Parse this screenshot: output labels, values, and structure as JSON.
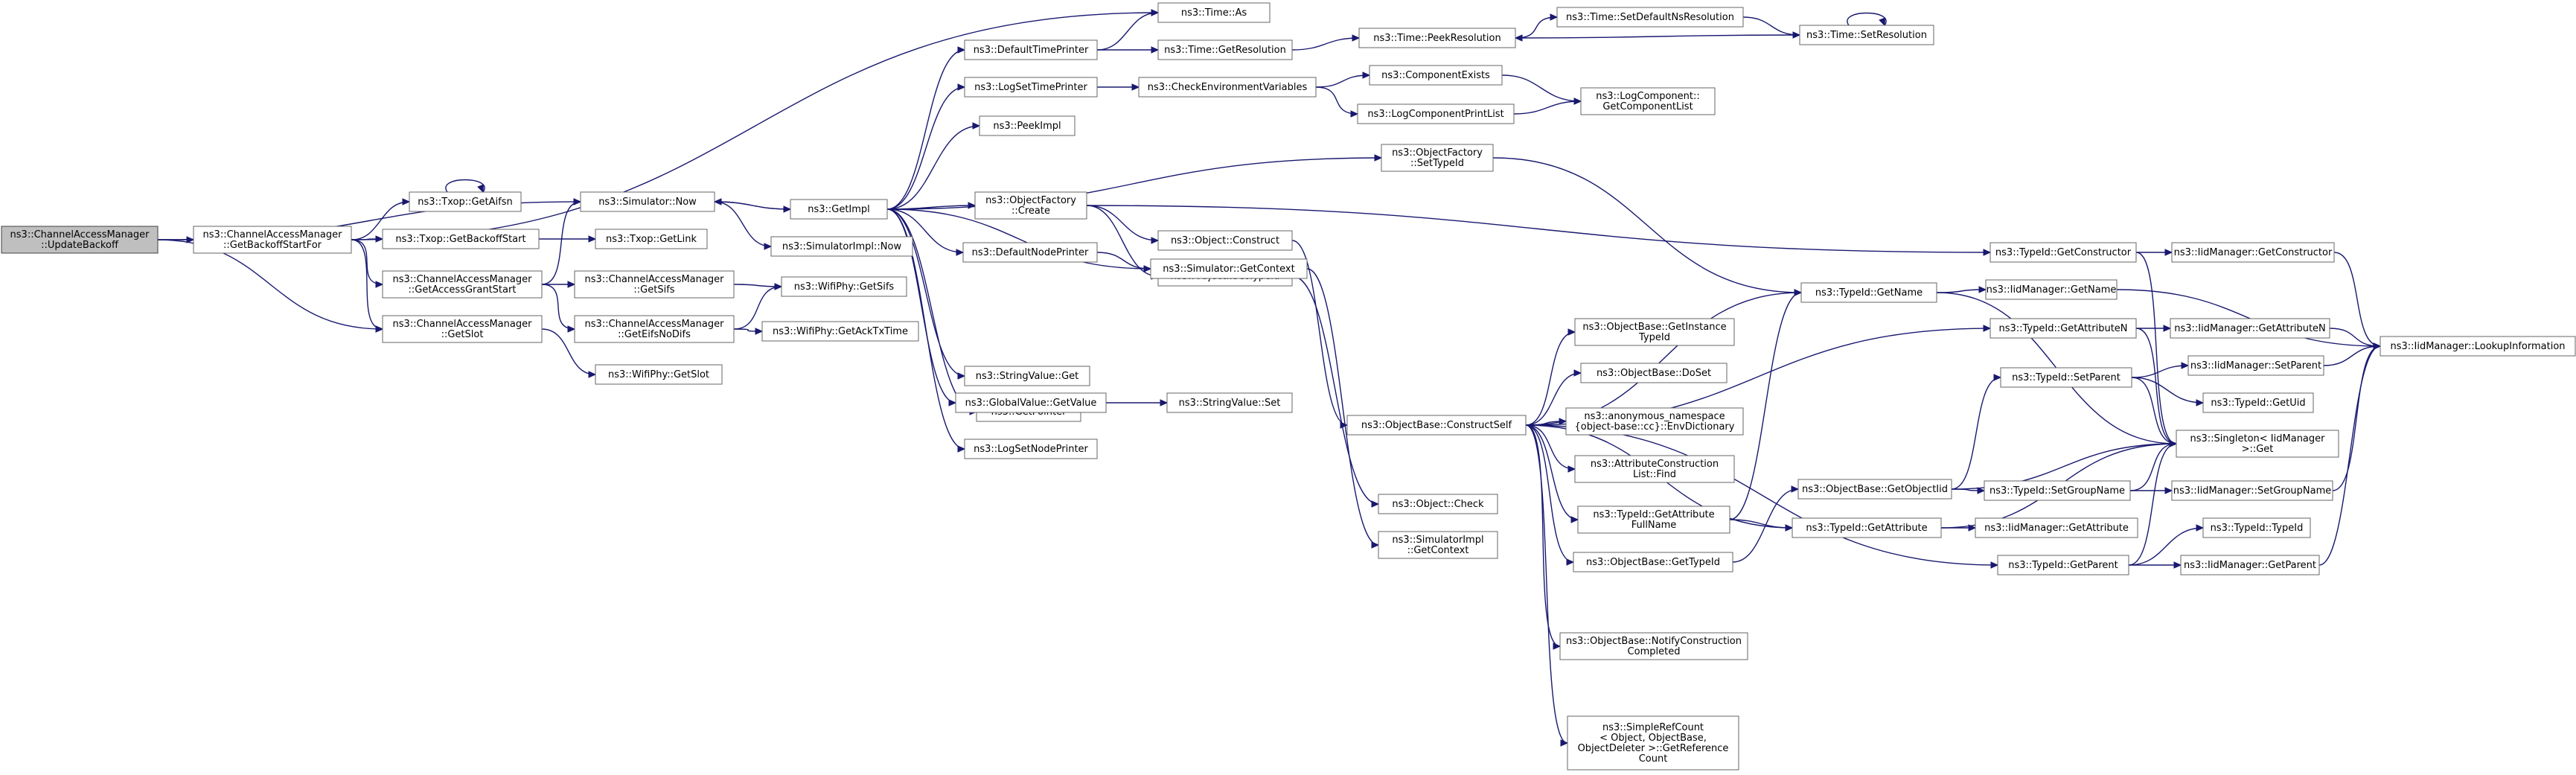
{
  "graph": {
    "nodes": [
      {
        "id": "UpdateBackoff",
        "lines": [
          "ns3::ChannelAccessManager",
          "::UpdateBackoff"
        ],
        "root": true
      },
      {
        "id": "GetBackoffStartFor",
        "lines": [
          "ns3::ChannelAccessManager",
          "::GetBackoffStartFor"
        ]
      },
      {
        "id": "GetAccessGrantStart",
        "lines": [
          "ns3::ChannelAccessManager",
          "::GetAccessGrantStart"
        ]
      },
      {
        "id": "GetSlotCAM",
        "lines": [
          "ns3::ChannelAccessManager",
          "::GetSlot"
        ]
      },
      {
        "id": "GetSifsCAM",
        "lines": [
          "ns3::ChannelAccessManager",
          "::GetSifs"
        ]
      },
      {
        "id": "GetEifsNoDifs",
        "lines": [
          "ns3::ChannelAccessManager",
          "::GetEifsNoDifs"
        ]
      },
      {
        "id": "TxopGetAifsn",
        "lines": [
          "ns3::Txop::GetAifsn"
        ]
      },
      {
        "id": "TxopGetBackoffStart",
        "lines": [
          "ns3::Txop::GetBackoffStart"
        ]
      },
      {
        "id": "TxopGetLink",
        "lines": [
          "ns3::Txop::GetLink"
        ]
      },
      {
        "id": "SimNow",
        "lines": [
          "ns3::Simulator::Now"
        ]
      },
      {
        "id": "WifiPhyGetSifs",
        "lines": [
          "ns3::WifiPhy::GetSifs"
        ]
      },
      {
        "id": "WifiPhyGetAckTxTime",
        "lines": [
          "ns3::WifiPhy::GetAckTxTime"
        ]
      },
      {
        "id": "WifiPhyGetSlot",
        "lines": [
          "ns3::WifiPhy::GetSlot"
        ]
      },
      {
        "id": "GetImpl",
        "lines": [
          "ns3::GetImpl"
        ]
      },
      {
        "id": "SimImplNow",
        "lines": [
          "ns3::SimulatorImpl::Now"
        ]
      },
      {
        "id": "DefaultTimePrinter",
        "lines": [
          "ns3::DefaultTimePrinter"
        ]
      },
      {
        "id": "LogSetTimePrinter",
        "lines": [
          "ns3::LogSetTimePrinter"
        ]
      },
      {
        "id": "PeekImpl",
        "lines": [
          "ns3::PeekImpl"
        ]
      },
      {
        "id": "ObjFactoryCreate",
        "lines": [
          "ns3::ObjectFactory",
          "::Create"
        ]
      },
      {
        "id": "DefaultNodePrinter",
        "lines": [
          "ns3::DefaultNodePrinter"
        ]
      },
      {
        "id": "StringValueGet",
        "lines": [
          "ns3::StringValue::Get"
        ]
      },
      {
        "id": "GetPointer",
        "lines": [
          "ns3::GetPointer"
        ]
      },
      {
        "id": "GlobalValueGetValue",
        "lines": [
          "ns3::GlobalValue::GetValue"
        ]
      },
      {
        "id": "LogSetNodePrinter",
        "lines": [
          "ns3::LogSetNodePrinter"
        ]
      },
      {
        "id": "TimeAs",
        "lines": [
          "ns3::Time::As"
        ]
      },
      {
        "id": "TimeGetResolution",
        "lines": [
          "ns3::Time::GetResolution"
        ]
      },
      {
        "id": "TimePeekResolution",
        "lines": [
          "ns3::Time::PeekResolution"
        ]
      },
      {
        "id": "TimeSetDefaultNsResolution",
        "lines": [
          "ns3::Time::SetDefaultNsResolution"
        ]
      },
      {
        "id": "TimeSetResolution",
        "lines": [
          "ns3::Time::SetResolution"
        ]
      },
      {
        "id": "CheckEnvVars",
        "lines": [
          "ns3::CheckEnvironmentVariables"
        ]
      },
      {
        "id": "ComponentExists",
        "lines": [
          "ns3::ComponentExists"
        ]
      },
      {
        "id": "LogComponentPrintList",
        "lines": [
          "ns3::LogComponentPrintList"
        ]
      },
      {
        "id": "GetComponentList",
        "lines": [
          "ns3::LogComponent::",
          "GetComponentList"
        ]
      },
      {
        "id": "ObjFactorySetTypeId",
        "lines": [
          "ns3::ObjectFactory",
          "::SetTypeId"
        ]
      },
      {
        "id": "ObjectConstruct",
        "lines": [
          "ns3::Object::Construct"
        ]
      },
      {
        "id": "ObjectSetTypeId",
        "lines": [
          "ns3::Object::SetTypeId"
        ]
      },
      {
        "id": "SimGetContext",
        "lines": [
          "ns3::Simulator::GetContext"
        ]
      },
      {
        "id": "StringValueSet",
        "lines": [
          "ns3::StringValue::Set"
        ]
      },
      {
        "id": "ObjectCheck",
        "lines": [
          "ns3::Object::Check"
        ]
      },
      {
        "id": "SimImplGetContext",
        "lines": [
          "ns3::SimulatorImpl",
          "::GetContext"
        ]
      },
      {
        "id": "ConstructSelf",
        "lines": [
          "ns3::ObjectBase::ConstructSelf"
        ]
      },
      {
        "id": "GetInstanceTypeId",
        "lines": [
          "ns3::ObjectBase::GetInstance",
          "TypeId"
        ]
      },
      {
        "id": "DoSet",
        "lines": [
          "ns3::ObjectBase::DoSet"
        ]
      },
      {
        "id": "EnvDictionary",
        "lines": [
          "ns3::anonymous_namespace",
          "{object-base::cc}::EnvDictionary"
        ]
      },
      {
        "id": "AttrConstructionListFind",
        "lines": [
          "ns3::AttributeConstruction",
          "List::Find"
        ]
      },
      {
        "id": "GetAttributeFullName",
        "lines": [
          "ns3::TypeId::GetAttribute",
          "FullName"
        ]
      },
      {
        "id": "ObjectBaseGetTypeId",
        "lines": [
          "ns3::ObjectBase::GetTypeId"
        ]
      },
      {
        "id": "NotifyConstructionCompleted",
        "lines": [
          "ns3::ObjectBase::NotifyConstruction",
          "Completed"
        ]
      },
      {
        "id": "GetReferenceCount",
        "lines": [
          "ns3::SimpleRefCount",
          "< Object, ObjectBase,",
          "ObjectDeleter >::GetReference",
          "Count"
        ]
      },
      {
        "id": "TypeIdGetName",
        "lines": [
          "ns3::TypeId::GetName"
        ]
      },
      {
        "id": "GetObjectIid",
        "lines": [
          "ns3::ObjectBase::GetObjectIid"
        ]
      },
      {
        "id": "TypeIdGetAttribute",
        "lines": [
          "ns3::TypeId::GetAttribute"
        ]
      },
      {
        "id": "TypeIdGetConstructor",
        "lines": [
          "ns3::TypeId::GetConstructor"
        ]
      },
      {
        "id": "TypeIdGetAttributeN",
        "lines": [
          "ns3::TypeId::GetAttributeN"
        ]
      },
      {
        "id": "TypeIdSetParent",
        "lines": [
          "ns3::TypeId::SetParent"
        ]
      },
      {
        "id": "TypeIdSetGroupName",
        "lines": [
          "ns3::TypeId::SetGroupName"
        ]
      },
      {
        "id": "TypeIdGetParent",
        "lines": [
          "ns3::TypeId::GetParent"
        ]
      },
      {
        "id": "IidGetConstructor",
        "lines": [
          "ns3::IidManager::GetConstructor"
        ]
      },
      {
        "id": "IidGetName",
        "lines": [
          "ns3::IidManager::GetName"
        ]
      },
      {
        "id": "IidGetAttributeN",
        "lines": [
          "ns3::IidManager::GetAttributeN"
        ]
      },
      {
        "id": "IidSetParent",
        "lines": [
          "ns3::IidManager::SetParent"
        ]
      },
      {
        "id": "TypeIdGetUid",
        "lines": [
          "ns3::TypeId::GetUid"
        ]
      },
      {
        "id": "SingletonGet",
        "lines": [
          "ns3::Singleton< IidManager",
          ">::Get"
        ]
      },
      {
        "id": "IidSetGroupName",
        "lines": [
          "ns3::IidManager::SetGroupName"
        ]
      },
      {
        "id": "IidGetAttribute",
        "lines": [
          "ns3::IidManager::GetAttribute"
        ]
      },
      {
        "id": "TypeIdTypeId",
        "lines": [
          "ns3::TypeId::TypeId"
        ]
      },
      {
        "id": "IidGetParent",
        "lines": [
          "ns3::IidManager::GetParent"
        ]
      },
      {
        "id": "LookupInformation",
        "lines": [
          "ns3::IidManager::LookupInformation"
        ]
      }
    ],
    "edges": [
      [
        "UpdateBackoff",
        "GetBackoffStartFor"
      ],
      [
        "UpdateBackoff",
        "SimNow"
      ],
      [
        "UpdateBackoff",
        "GetSlotCAM"
      ],
      [
        "GetBackoffStartFor",
        "TxopGetAifsn"
      ],
      [
        "GetBackoffStartFor",
        "TxopGetBackoffStart"
      ],
      [
        "GetBackoffStartFor",
        "GetAccessGrantStart"
      ],
      [
        "GetBackoffStartFor",
        "GetSlotCAM"
      ],
      [
        "GetBackoffStartFor",
        "TimeAs"
      ],
      [
        "TxopGetAifsn",
        "TxopGetAifsn"
      ],
      [
        "TxopGetBackoffStart",
        "TxopGetLink"
      ],
      [
        "GetAccessGrantStart",
        "SimNow"
      ],
      [
        "GetAccessGrantStart",
        "GetSifsCAM"
      ],
      [
        "GetAccessGrantStart",
        "GetEifsNoDifs"
      ],
      [
        "GetSifsCAM",
        "WifiPhyGetSifs"
      ],
      [
        "GetEifsNoDifs",
        "WifiPhyGetSifs"
      ],
      [
        "GetEifsNoDifs",
        "WifiPhyGetAckTxTime"
      ],
      [
        "GetSlotCAM",
        "WifiPhyGetSlot"
      ],
      [
        "SimNow",
        "GetImpl"
      ],
      [
        "SimNow",
        "SimImplNow"
      ],
      [
        "GetImpl",
        "SimNow"
      ],
      [
        "GetImpl",
        "DefaultTimePrinter"
      ],
      [
        "GetImpl",
        "LogSetTimePrinter"
      ],
      [
        "GetImpl",
        "PeekImpl"
      ],
      [
        "GetImpl",
        "ObjFactorySetTypeId"
      ],
      [
        "GetImpl",
        "ObjFactoryCreate"
      ],
      [
        "GetImpl",
        "DefaultNodePrinter"
      ],
      [
        "GetImpl",
        "SimGetContext"
      ],
      [
        "GetImpl",
        "StringValueGet"
      ],
      [
        "GetImpl",
        "GetPointer"
      ],
      [
        "GetImpl",
        "GlobalValueGetValue"
      ],
      [
        "GetImpl",
        "LogSetNodePrinter"
      ],
      [
        "DefaultTimePrinter",
        "TimeAs"
      ],
      [
        "DefaultTimePrinter",
        "TimeGetResolution"
      ],
      [
        "TimeGetResolution",
        "TimePeekResolution"
      ],
      [
        "TimePeekResolution",
        "TimeSetDefaultNsResolution"
      ],
      [
        "TimeSetDefaultNsResolution",
        "TimeSetResolution"
      ],
      [
        "TimeSetResolution",
        "TimePeekResolution"
      ],
      [
        "TimeSetResolution",
        "TimeSetResolution"
      ],
      [
        "LogSetTimePrinter",
        "CheckEnvVars"
      ],
      [
        "CheckEnvVars",
        "ComponentExists"
      ],
      [
        "CheckEnvVars",
        "LogComponentPrintList"
      ],
      [
        "ComponentExists",
        "GetComponentList"
      ],
      [
        "LogComponentPrintList",
        "GetComponentList"
      ],
      [
        "ObjFactoryCreate",
        "ObjectConstruct"
      ],
      [
        "ObjFactoryCreate",
        "ObjectSetTypeId"
      ],
      [
        "ObjFactoryCreate",
        "TypeIdGetConstructor"
      ],
      [
        "ObjFactorySetTypeId",
        "TypeIdGetName"
      ],
      [
        "DefaultNodePrinter",
        "SimGetContext"
      ],
      [
        "ObjectConstruct",
        "ConstructSelf"
      ],
      [
        "ObjectSetTypeId",
        "ObjectCheck"
      ],
      [
        "SimGetContext",
        "SimImplGetContext"
      ],
      [
        "GlobalValueGetValue",
        "StringValueSet"
      ],
      [
        "ConstructSelf",
        "TypeIdGetName"
      ],
      [
        "ConstructSelf",
        "GetInstanceTypeId"
      ],
      [
        "ConstructSelf",
        "DoSet"
      ],
      [
        "ConstructSelf",
        "EnvDictionary"
      ],
      [
        "ConstructSelf",
        "AttrConstructionListFind"
      ],
      [
        "ConstructSelf",
        "GetAttributeFullName"
      ],
      [
        "ConstructSelf",
        "ObjectBaseGetTypeId"
      ],
      [
        "ConstructSelf",
        "NotifyConstructionCompleted"
      ],
      [
        "ConstructSelf",
        "GetReferenceCount"
      ],
      [
        "ConstructSelf",
        "TypeIdGetAttribute"
      ],
      [
        "ConstructSelf",
        "TypeIdGetAttributeN"
      ],
      [
        "ConstructSelf",
        "TypeIdGetParent"
      ],
      [
        "ObjectBaseGetTypeId",
        "GetObjectIid"
      ],
      [
        "GetAttributeFullName",
        "TypeIdGetName"
      ],
      [
        "GetAttributeFullName",
        "TypeIdGetAttribute"
      ],
      [
        "GetObjectIid",
        "TypeIdSetParent"
      ],
      [
        "GetObjectIid",
        "TypeIdSetGroupName"
      ],
      [
        "GetObjectIid",
        "SingletonGet"
      ],
      [
        "TypeIdGetName",
        "IidGetName"
      ],
      [
        "TypeIdGetName",
        "SingletonGet"
      ],
      [
        "TypeIdGetAttribute",
        "IidGetAttribute"
      ],
      [
        "TypeIdGetAttribute",
        "SingletonGet"
      ],
      [
        "TypeIdGetConstructor",
        "IidGetConstructor"
      ],
      [
        "TypeIdGetConstructor",
        "SingletonGet"
      ],
      [
        "TypeIdGetAttributeN",
        "IidGetAttributeN"
      ],
      [
        "TypeIdGetAttributeN",
        "SingletonGet"
      ],
      [
        "TypeIdSetParent",
        "IidSetParent"
      ],
      [
        "TypeIdSetParent",
        "TypeIdGetUid"
      ],
      [
        "TypeIdSetParent",
        "SingletonGet"
      ],
      [
        "TypeIdSetGroupName",
        "IidSetGroupName"
      ],
      [
        "TypeIdSetGroupName",
        "SingletonGet"
      ],
      [
        "TypeIdGetParent",
        "IidGetParent"
      ],
      [
        "TypeIdGetParent",
        "TypeIdTypeId"
      ],
      [
        "TypeIdGetParent",
        "SingletonGet"
      ],
      [
        "IidGetConstructor",
        "LookupInformation"
      ],
      [
        "IidGetName",
        "LookupInformation"
      ],
      [
        "IidGetAttributeN",
        "LookupInformation"
      ],
      [
        "IidSetParent",
        "LookupInformation"
      ],
      [
        "IidSetGroupName",
        "LookupInformation"
      ],
      [
        "IidGetParent",
        "LookupInformation"
      ]
    ]
  }
}
